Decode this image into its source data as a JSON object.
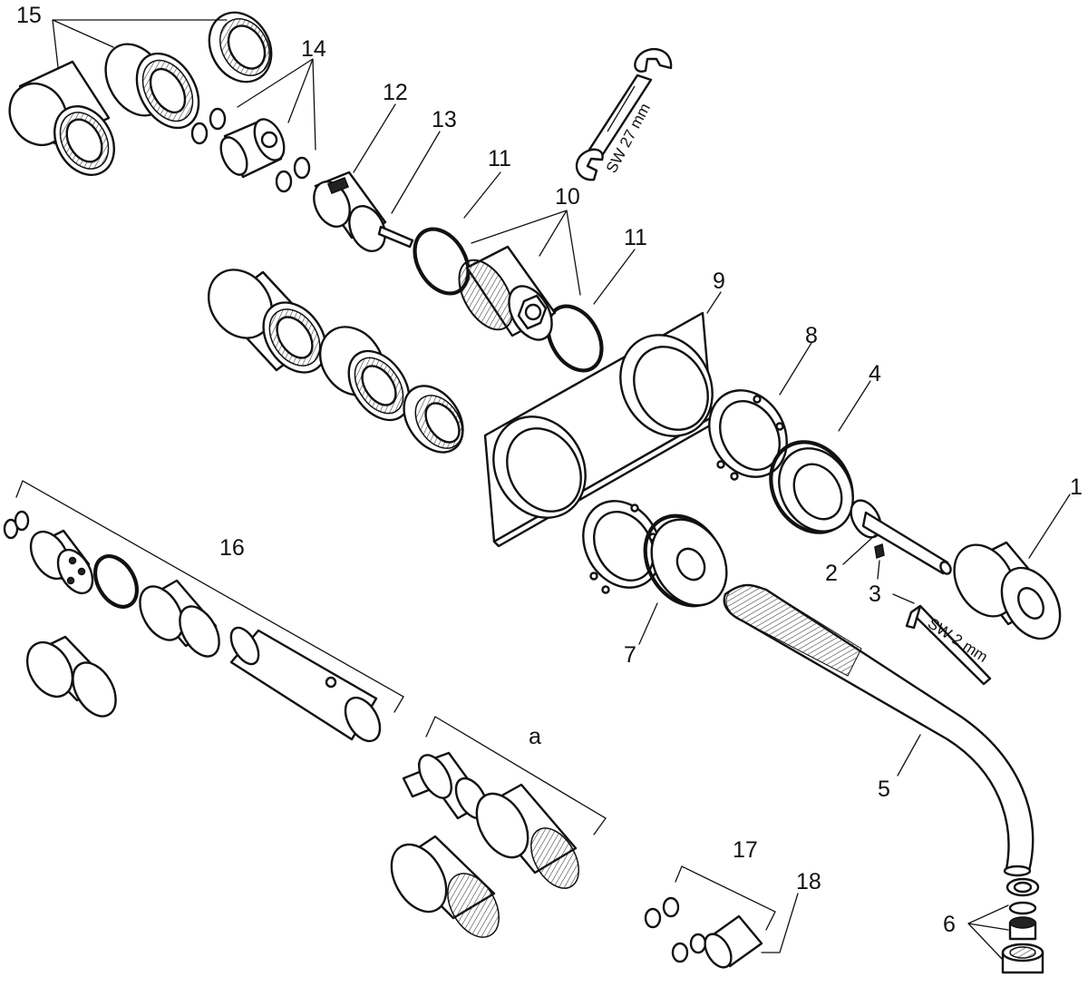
{
  "colors": {
    "line": "#111111",
    "background": "#ffffff"
  },
  "labels": {
    "l1": "1",
    "l2": "2",
    "l3": "3",
    "l4": "4",
    "l5": "5",
    "l6": "6",
    "l7": "7",
    "l8": "8",
    "l9": "9",
    "l10": "10",
    "l11a": "11",
    "l11b": "11",
    "l12": "12",
    "l13": "13",
    "l14": "14",
    "l15": "15",
    "l16": "16",
    "l17": "17",
    "l18": "18",
    "la": "a"
  },
  "tools": {
    "wrench_size": "SW 27 mm",
    "hex_key_size": "SW 2 mm"
  }
}
